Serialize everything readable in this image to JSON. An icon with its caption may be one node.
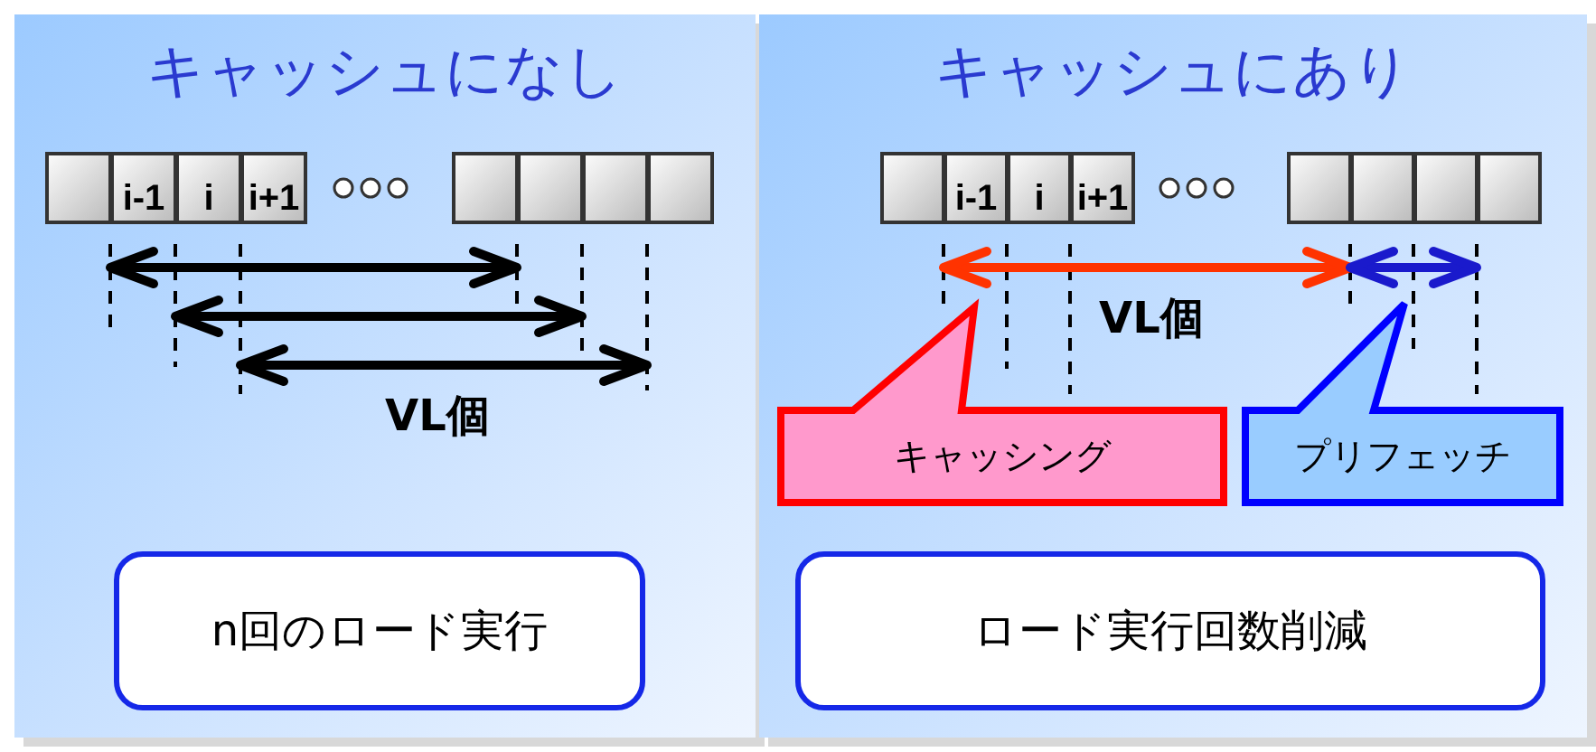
{
  "diagram": {
    "nodes": [
      {
        "text": [
          "キャッシュになし"
        ]
      },
      {
        "text": [],
        "shape": "box",
        "in": 0
      },
      {
        "text": [
          "i-1"
        ],
        "in": 0
      },
      {
        "text": [
          "i"
        ],
        "in": 0
      },
      {
        "text": [
          "i+1"
        ],
        "in": 0
      },
      {
        "text": [],
        "shape": "box",
        "in": 0
      },
      {
        "text": [],
        "shape": "box",
        "in": 0
      },
      {
        "text": [],
        "shape": "box",
        "in": 0
      },
      {
        "text": [],
        "shape": "box",
        "in": 0
      },
      {
        "text": [
          "n回のロード実行"
        ],
        "in": 0
      },
      {
        "text": [
          "キャッシュにあり"
        ]
      },
      {
        "text": [],
        "shape": "box",
        "in": 10
      },
      {
        "text": [
          "i-1"
        ],
        "in": 10
      },
      {
        "text": [
          "i"
        ],
        "in": 10
      },
      {
        "text": [
          "i+1"
        ],
        "in": 10
      },
      {
        "text": [],
        "shape": "box",
        "in": 10
      },
      {
        "text": [],
        "shape": "box",
        "in": 10
      },
      {
        "text": [],
        "shape": "box",
        "in": 10
      },
      {
        "text": [],
        "shape": "box",
        "in": 10
      },
      {
        "text": [
          "キャッシング"
        ],
        "in": 10
      },
      {
        "text": [
          "プリフェッチ"
        ],
        "in": 10
      },
      {
        "text": [
          "ロード実行回数削減"
        ],
        "in": 10
      }
    ],
    "edges": [],
    "labels": [
      "VL個",
      "VL個"
    ]
  }
}
